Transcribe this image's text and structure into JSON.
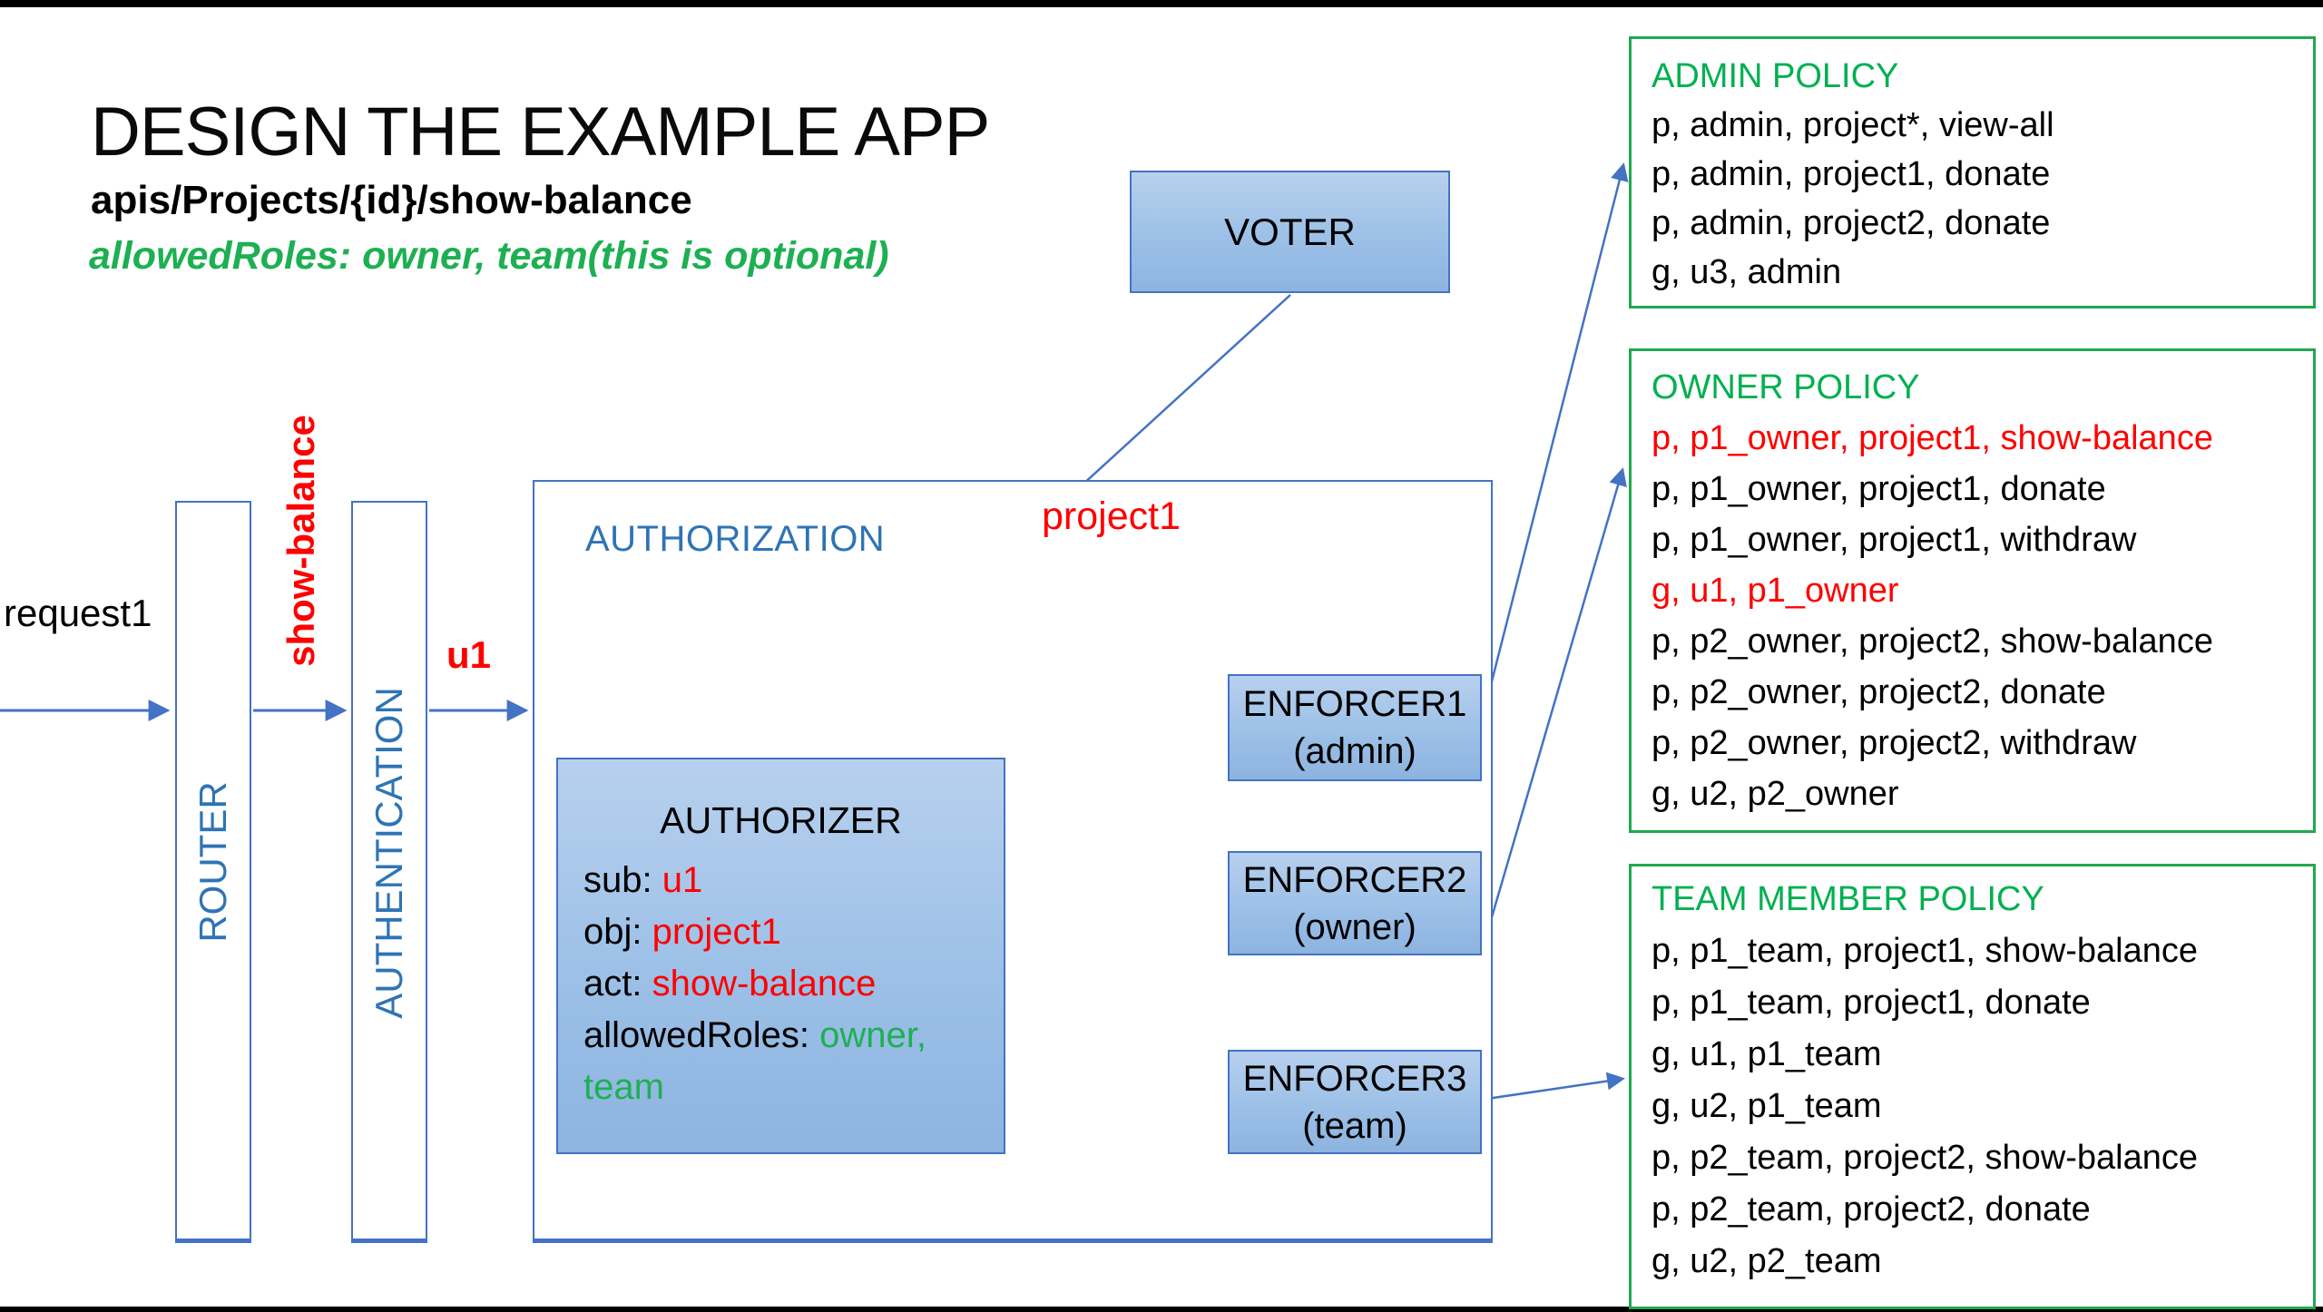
{
  "header": {
    "title": "DESIGN THE EXAMPLE APP",
    "subtitle": "apis/Projects/{id}/show-balance",
    "note": "allowedRoles: owner, team(this is optional)"
  },
  "colors": {
    "accent_blue": "#4472C4",
    "label_blue": "#2E74B5",
    "box_fill_blue": "#9CC0E7",
    "policy_green": "#00B050",
    "arrow_green": "#70AD47",
    "highlight_red": "#FF0000",
    "letterbox_black": "#000000"
  },
  "flow": {
    "request_label": "request1",
    "router_label": "ROUTER",
    "show_balance_label": "show-balance",
    "authentication_label": "AUTHENTICATION",
    "u1_label": "u1",
    "authorization_label": "AUTHORIZATION",
    "project1_label": "project1",
    "voter_label": "VOTER"
  },
  "authorizer": {
    "title": "AUTHORIZER",
    "lines": [
      {
        "parts": [
          {
            "text": "sub: ",
            "color": "#000000"
          },
          {
            "text": "u1",
            "color": "#FF0000"
          }
        ]
      },
      {
        "parts": [
          {
            "text": "obj: ",
            "color": "#000000"
          },
          {
            "text": "project1",
            "color": "#FF0000"
          }
        ]
      },
      {
        "parts": [
          {
            "text": "act: ",
            "color": "#000000"
          },
          {
            "text": "show-balance",
            "color": "#FF0000"
          }
        ]
      },
      {
        "parts": [
          {
            "text": "allowedRoles: ",
            "color": "#000000"
          },
          {
            "text": "owner,",
            "color": "#1DB052"
          }
        ]
      },
      {
        "parts": [
          {
            "text": "team",
            "color": "#1DB052"
          }
        ]
      }
    ]
  },
  "enforcers": [
    {
      "name": "ENFORCER1",
      "role": "(admin)"
    },
    {
      "name": "ENFORCER2",
      "role": "(owner)"
    },
    {
      "name": "ENFORCER3",
      "role": "(team)"
    }
  ],
  "policies": [
    {
      "title": "ADMIN POLICY",
      "lines": [
        {
          "text": "p, admin, project*, view-all",
          "color": "#000000"
        },
        {
          "text": "p, admin, project1, donate",
          "color": "#000000"
        },
        {
          "text": "p, admin, project2, donate",
          "color": "#000000"
        },
        {
          "text": "g, u3, admin",
          "color": "#000000"
        }
      ]
    },
    {
      "title": "OWNER POLICY",
      "lines": [
        {
          "text": "p, p1_owner, project1, show-balance",
          "color": "#FF0000"
        },
        {
          "text": "p, p1_owner, project1, donate",
          "color": "#000000"
        },
        {
          "text": "p, p1_owner, project1, withdraw",
          "color": "#000000"
        },
        {
          "text": "g, u1, p1_owner",
          "color": "#FF0000"
        },
        {
          "text": "p, p2_owner, project2, show-balance",
          "color": "#000000"
        },
        {
          "text": "p, p2_owner, project2, donate",
          "color": "#000000"
        },
        {
          "text": "p, p2_owner, project2, withdraw",
          "color": "#000000"
        },
        {
          "text": "g, u2, p2_owner",
          "color": "#000000"
        }
      ]
    },
    {
      "title": "TEAM MEMBER POLICY",
      "lines": [
        {
          "text": "p, p1_team, project1, show-balance",
          "color": "#000000"
        },
        {
          "text": "p, p1_team, project1, donate",
          "color": "#000000"
        },
        {
          "text": "g, u1, p1_team",
          "color": "#000000"
        },
        {
          "text": "g, u2, p1_team",
          "color": "#000000"
        },
        {
          "text": "p, p2_team, project2, show-balance",
          "color": "#000000"
        },
        {
          "text": "p, p2_team, project2, donate",
          "color": "#000000"
        },
        {
          "text": "g, u2, p2_team",
          "color": "#000000"
        }
      ]
    }
  ]
}
